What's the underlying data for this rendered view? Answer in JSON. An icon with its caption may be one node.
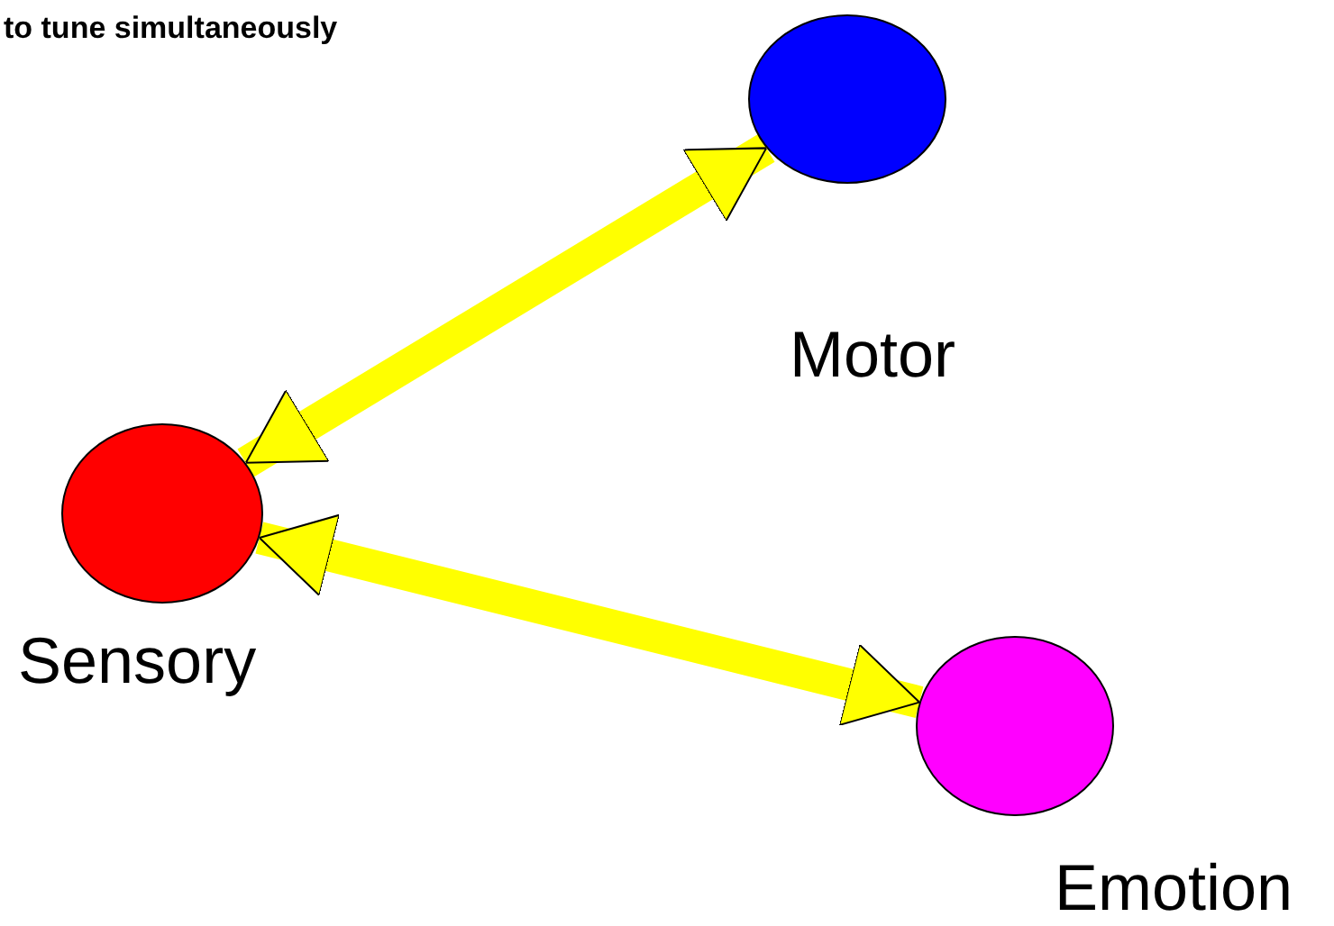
{
  "diagram": {
    "title": "to tune simultaneously",
    "nodes": [
      {
        "text": [],
        "shape": "circle",
        "beside": [
          "Motor"
        ]
      },
      {
        "text": [],
        "shape": "circle",
        "beside": [
          "Sensory"
        ]
      },
      {
        "text": [],
        "shape": "circle",
        "beside": [
          "Emotion"
        ]
      }
    ],
    "edges": [
      {
        "from": 1,
        "to": 0,
        "arrow": "both",
        "color": "#ffff00"
      },
      {
        "from": 1,
        "to": 2,
        "arrow": "both",
        "color": "#ffff00"
      }
    ]
  }
}
